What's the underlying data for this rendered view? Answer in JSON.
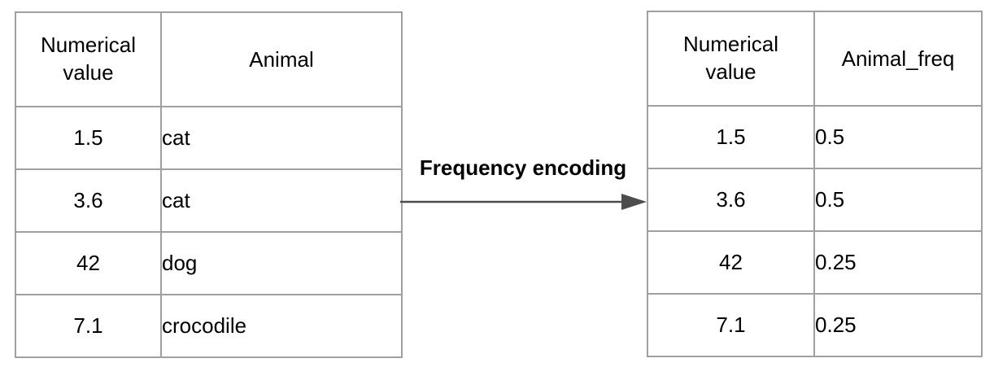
{
  "diagram": {
    "arrow_label": "Frequency encoding",
    "arrow_color": "#4d4d4d",
    "table_border_color": "#a0a0a0",
    "text_color": "#000000",
    "background_color": "#ffffff"
  },
  "left_table": {
    "headers": [
      "Numerical value",
      "Animal"
    ],
    "rows": [
      [
        "1.5",
        "cat"
      ],
      [
        "3.6",
        "cat"
      ],
      [
        "42",
        "dog"
      ],
      [
        "7.1",
        "crocodile"
      ]
    ]
  },
  "right_table": {
    "headers": [
      "Numerical value",
      "Animal_freq"
    ],
    "rows": [
      [
        "1.5",
        "0.5"
      ],
      [
        "3.6",
        "0.5"
      ],
      [
        "42",
        "0.25"
      ],
      [
        "7.1",
        "0.25"
      ]
    ]
  }
}
